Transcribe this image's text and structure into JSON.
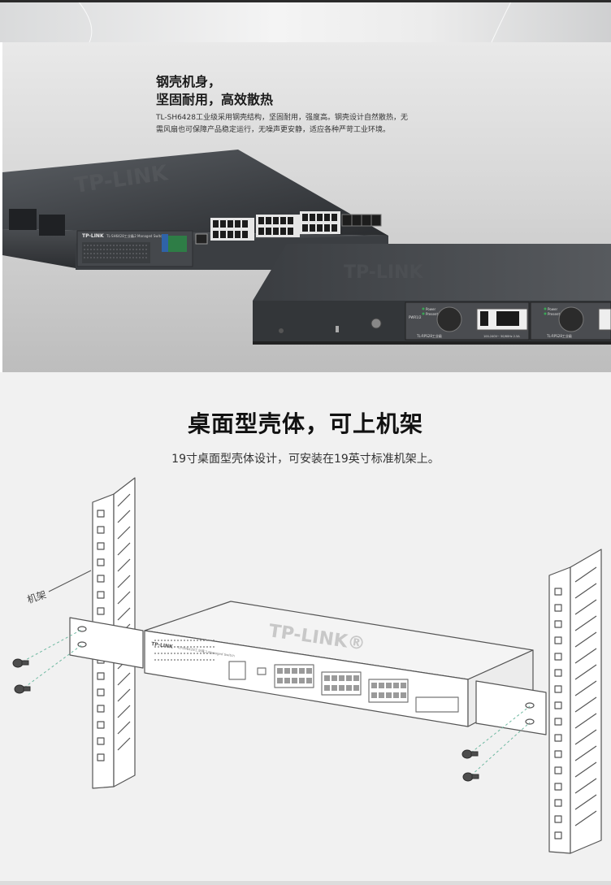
{
  "hero": {
    "title_line1": "钢壳机身，",
    "title_line2": "坚固耐用，高效散热",
    "desc_line1": "TL-SH6428工业级采用钢壳结构，坚固耐用，强度高。钢壳设计自然散热，无",
    "desc_line2": "需风扇也可保障产品稳定运行，无噪声更安静，适应各种严苛工业环境。",
    "device_brand": "TP-LINK",
    "device_model": "TL-SH6428工业级",
    "device_subtitle": "L2 Managed Switch",
    "top_logo": "TP-LINK",
    "psu_label_left": "TL-RPS28工业级",
    "psu_label_right": "TL-RPS28工业级",
    "psu_spec": "100-240V~ 50/60Hz 2.5A",
    "power_led": "Power",
    "present_led": "Present",
    "pwr_label": "PWR1/2"
  },
  "rack": {
    "title": "桌面型壳体，可上机架",
    "subtitle": "19寸桌面型壳体设计，可安装在19英寸标准机架上。",
    "rack_label": "机架",
    "device_brand": "TP-LINK",
    "device_model": "TL-SH6428工业级",
    "device_subtitle": "L2 Managed Switch",
    "top_logo": "TP-LINK®"
  },
  "colors": {
    "hero_bg": "#d9d9d9",
    "switch_body": "#3a3d41",
    "port_green": "#3aa655",
    "rack_bg": "#f1f1f1",
    "line_art": "#555555",
    "dashed_green": "#6fb9a1"
  },
  "icons": {
    "screw": "screw-icon",
    "lock": "lock-icon",
    "ground": "ground-icon"
  }
}
